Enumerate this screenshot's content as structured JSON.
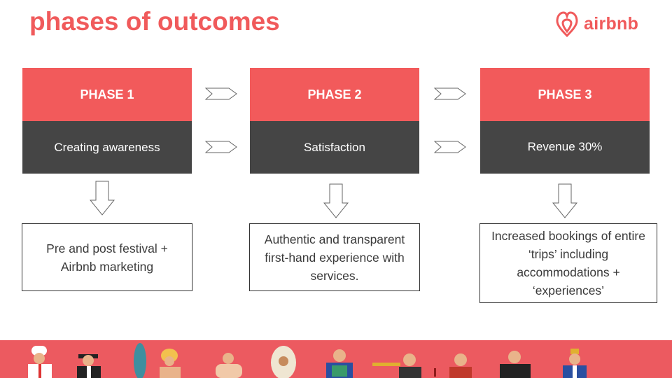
{
  "title": "phases of outcomes",
  "brand": {
    "name": "airbnb",
    "color": "#f05a5b"
  },
  "colors": {
    "phase_header": "#f25a5b",
    "phase_body": "#454545",
    "banner": "#ec5a60"
  },
  "phases": [
    {
      "label": "PHASE 1",
      "description": "Creating awareness",
      "outcome": "Pre and post festival + Airbnb marketing"
    },
    {
      "label": "PHASE 2",
      "description": "Satisfaction",
      "outcome": "Authentic and transparent first-hand experience with services."
    },
    {
      "label": "PHASE 3",
      "description": "Revenue 30%",
      "outcome": "Increased bookings of entire ‘trips’ including accommodations + ‘experiences’"
    }
  ]
}
